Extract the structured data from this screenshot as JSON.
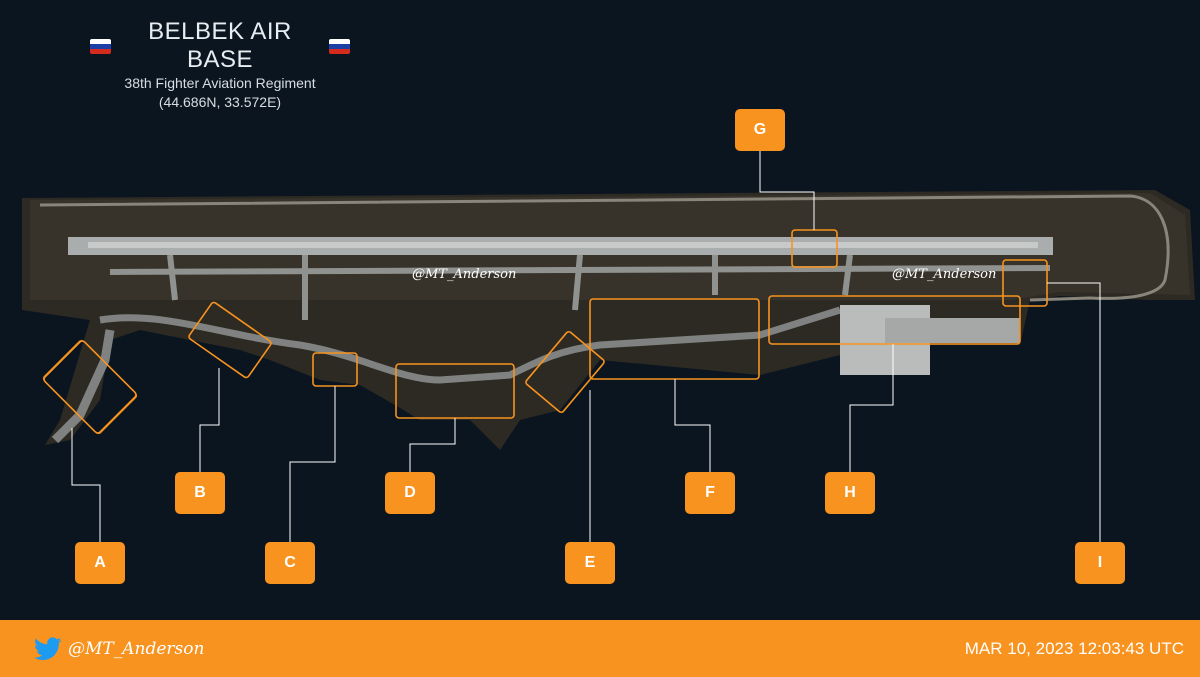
{
  "header": {
    "title": "BELBEK AIR BASE",
    "subtitle": "38th Fighter Aviation Regiment",
    "coords": "(44.686N, 33.572E)"
  },
  "watermarks": [
    "@MT_Anderson",
    "@MT_Anderson"
  ],
  "markers": [
    "A",
    "B",
    "C",
    "D",
    "E",
    "F",
    "G",
    "H",
    "I"
  ],
  "footer": {
    "handle": "@MT_Anderson",
    "timestamp": "MAR 10, 2023 12:03:43 UTC"
  },
  "colors": {
    "accent": "#f7931e",
    "background": "#0b1520",
    "text": "#ffffff"
  },
  "icons": [
    "russian-flag-icon",
    "twitter-bird-icon"
  ]
}
